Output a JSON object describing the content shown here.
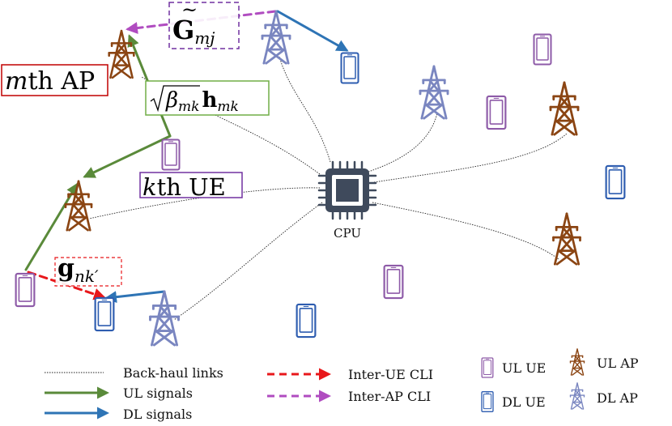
{
  "cpu_label": "CPU",
  "labels": {
    "mth_ap": {
      "var": "m",
      "rest": "th AP"
    },
    "kth_ue": {
      "var": "k",
      "rest": "th UE"
    },
    "channel_h": {
      "beta": "β",
      "beta_sub": "mk",
      "h": "h",
      "h_sub": "mk"
    },
    "g_nk": {
      "base": "g",
      "sub": "nk′"
    },
    "G_mj": {
      "base": "G",
      "accent": "~",
      "sub": "mj"
    }
  },
  "legend": {
    "backhaul": "Back-haul links",
    "ul_signals": "UL signals",
    "dl_signals": "DL signals",
    "inter_ue_cli": "Inter-UE CLI",
    "inter_ap_cli": "Inter-AP CLI",
    "ul_ue": "UL UE",
    "dl_ue": "DL UE",
    "ul_ap": "UL AP",
    "dl_ap": "DL AP"
  },
  "colors": {
    "ul_ap": "#8B4513",
    "dl_ap": "#7A86C0",
    "ul_ue": "#8E5BA8",
    "dl_ue": "#2E5DB0",
    "ul_signal": "#5A8A3A",
    "dl_signal": "#2E74B5",
    "inter_ue": "#E8181B",
    "inter_ap": "#B04CC0",
    "red_box": "#C00000",
    "green_box": "#70AD47",
    "purple_box": "#7030A0"
  }
}
